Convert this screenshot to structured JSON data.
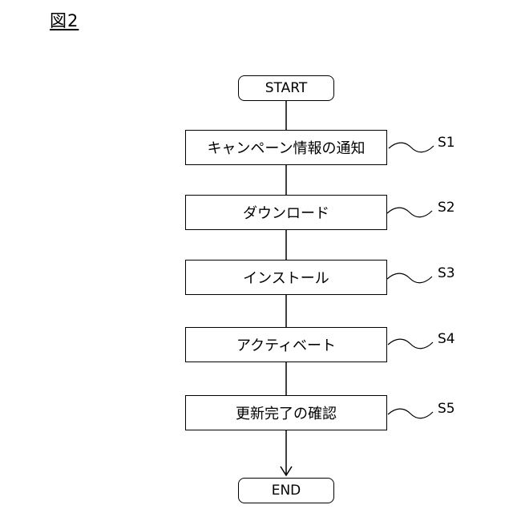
{
  "figure": {
    "title": "図2"
  },
  "flow": {
    "start": "START",
    "end": "END",
    "steps": [
      {
        "text": "キャンペーン情報の通知",
        "label": "S1"
      },
      {
        "text": "ダウンロード",
        "label": "S2"
      },
      {
        "text": "インストール",
        "label": "S3"
      },
      {
        "text": "アクティベート",
        "label": "S4"
      },
      {
        "text": "更新完了の確認",
        "label": "S5"
      }
    ]
  }
}
